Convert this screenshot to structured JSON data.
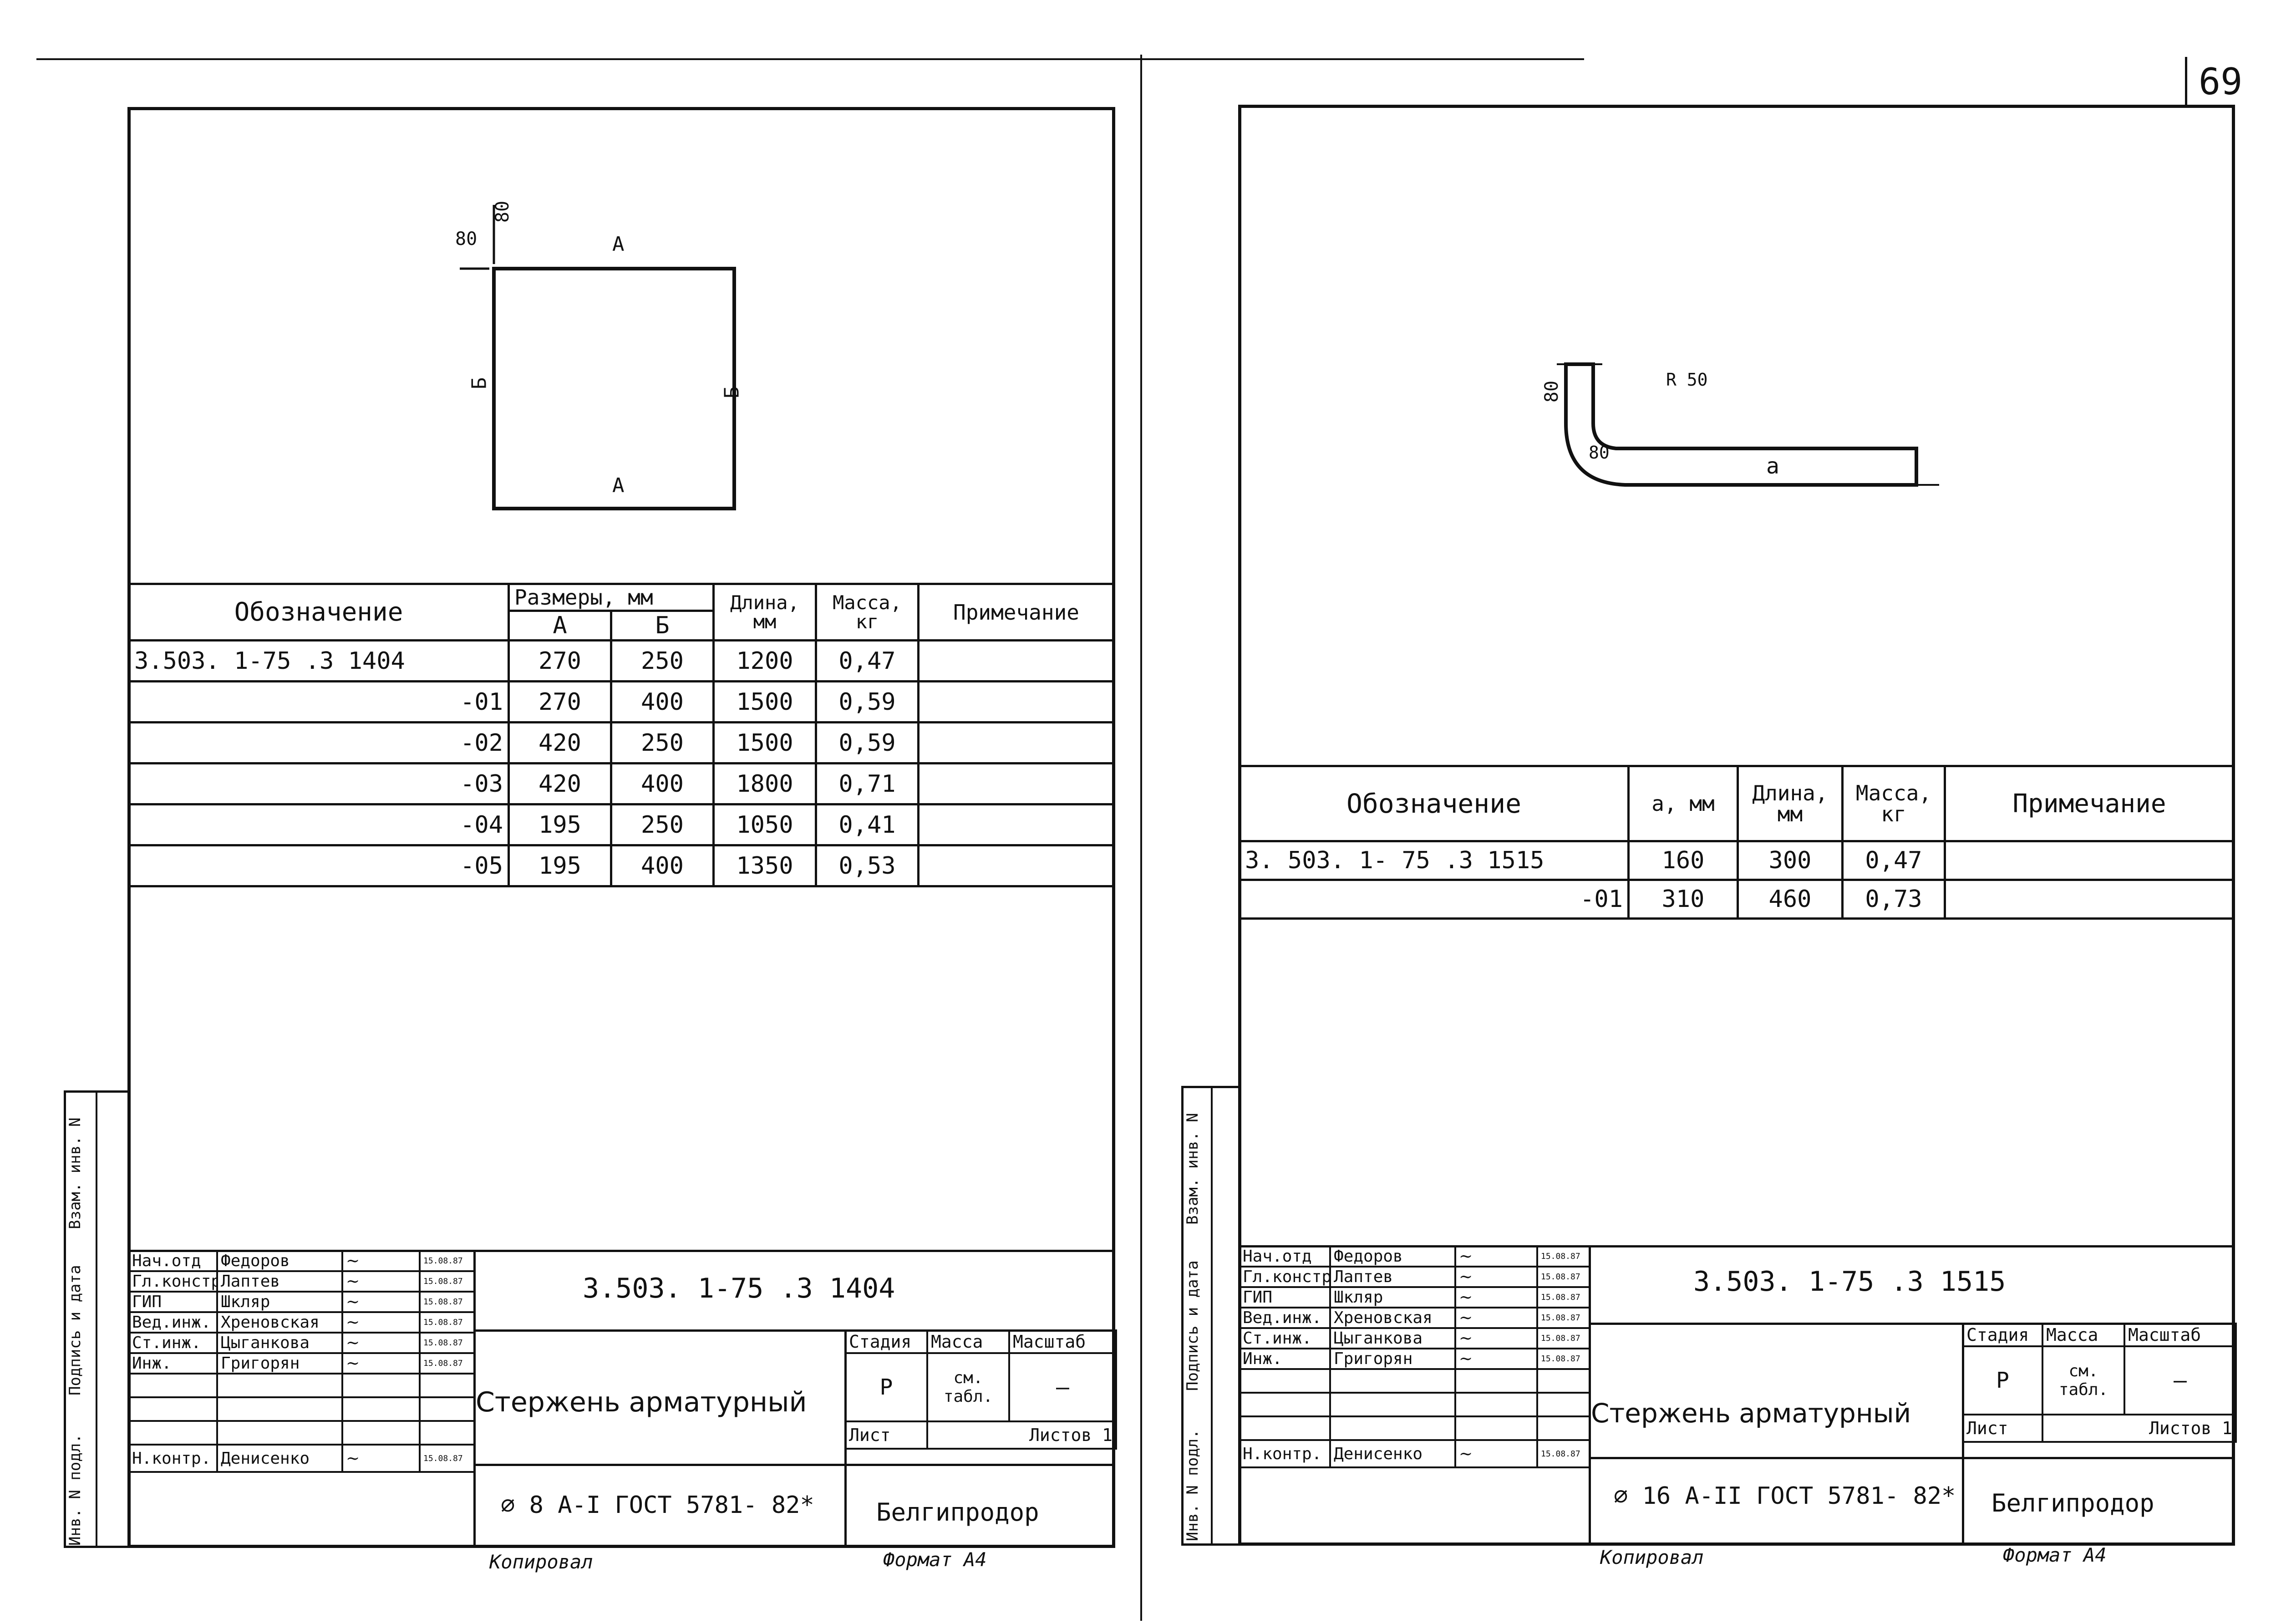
{
  "page": {
    "number": "69"
  },
  "left": {
    "drawing": {
      "labels": {
        "top_dim": "80",
        "top_dim2": "80",
        "top": "А",
        "bottom": "А",
        "left": "Б",
        "right": "Б"
      }
    },
    "spec": {
      "headers": {
        "designation": "Обозначение",
        "sizes": "Размеры, мм",
        "col_a": "А",
        "col_b": "Б",
        "length": "Длина, мм",
        "mass": "Масса, кг",
        "note": "Примечание"
      },
      "rows": [
        {
          "designation": "3.503. 1-75 .3  1404",
          "a": "270",
          "b": "250",
          "length": "1200",
          "mass": "0,47"
        },
        {
          "designation": "-01",
          "a": "270",
          "b": "400",
          "length": "1500",
          "mass": "0,59"
        },
        {
          "designation": "-02",
          "a": "420",
          "b": "250",
          "length": "1500",
          "mass": "0,59"
        },
        {
          "designation": "-03",
          "a": "420",
          "b": "400",
          "length": "1800",
          "mass": "0,71"
        },
        {
          "designation": "-04",
          "a": "195",
          "b": "250",
          "length": "1050",
          "mass": "0,41"
        },
        {
          "designation": "-05",
          "a": "195",
          "b": "400",
          "length": "1350",
          "mass": "0,53"
        }
      ]
    },
    "titleblock": {
      "doc_code": "3.503. 1-75 .3  1404",
      "title": "Стержень арматурный",
      "subtitle": "⌀ 8 A-I  ГОСТ 5781- 82*",
      "stage_label": "Стадия",
      "mass_label": "Масса",
      "scale_label": "Масштаб",
      "stage": "Р",
      "mass": "см. табл.",
      "scale": "—",
      "sheet_label": "Лист",
      "sheets_label": "Листов 1",
      "org": "Белгипродор",
      "copied": "Копировал",
      "format": "Формат А4",
      "people": [
        {
          "role": "Нач.отд",
          "name": "Федоров",
          "date": "15.08.87"
        },
        {
          "role": "Гл.констр",
          "name": "Лаптев",
          "date": "15.08.87"
        },
        {
          "role": "ГИП",
          "name": "Шкляр",
          "date": "15.08.87"
        },
        {
          "role": "Вед.инж.",
          "name": "Хреновская",
          "date": "15.08.87"
        },
        {
          "role": "Ст.инж.",
          "name": "Цыганкова",
          "date": "15.08.87"
        },
        {
          "role": "Инж.",
          "name": "Григорян",
          "date": "15.08.87"
        },
        {
          "role": "",
          "name": "",
          "date": ""
        },
        {
          "role": "",
          "name": "",
          "date": ""
        },
        {
          "role": "",
          "name": "",
          "date": ""
        },
        {
          "role": "Н.контр.",
          "name": "Денисенко",
          "date": "15.08.87"
        }
      ],
      "side_labels": [
        "Инв. N подл.",
        "Подпись и дата",
        "Взам. инв. N"
      ]
    }
  },
  "right": {
    "drawing": {
      "labels": {
        "vert": "80",
        "radius": "R 50",
        "corner": "80",
        "horiz": "а"
      }
    },
    "spec": {
      "headers": {
        "designation": "Обозначение",
        "a": "а, мм",
        "length": "Длина, мм",
        "mass": "Масса, кг",
        "note": "Примечание"
      },
      "rows": [
        {
          "designation": "3. 503. 1- 75 .3  1515",
          "a": "160",
          "length": "300",
          "mass": "0,47"
        },
        {
          "designation": "-01",
          "a": "310",
          "length": "460",
          "mass": "0,73"
        }
      ]
    },
    "titleblock": {
      "doc_code": "3.503. 1-75  .3  1515",
      "title": "Стержень арматурный",
      "subtitle": "⌀ 16 A-II  ГОСТ 5781- 82*",
      "stage_label": "Стадия",
      "mass_label": "Масса",
      "scale_label": "Масштаб",
      "stage": "Р",
      "mass": "см. табл.",
      "scale": "—",
      "sheet_label": "Лист",
      "sheets_label": "Листов 1",
      "org": "Белгипродор",
      "copied": "Копировал",
      "format": "Формат А4",
      "people": [
        {
          "role": "Нач.отд",
          "name": "Федоров",
          "date": "15.08.87"
        },
        {
          "role": "Гл.констр",
          "name": "Лаптев",
          "date": "15.08.87"
        },
        {
          "role": "ГИП",
          "name": "Шкляр",
          "date": "15.08.87"
        },
        {
          "role": "Вед.инж.",
          "name": "Хреновская",
          "date": "15.08.87"
        },
        {
          "role": "Ст.инж.",
          "name": "Цыганкова",
          "date": "15.08.87"
        },
        {
          "role": "Инж.",
          "name": "Григорян",
          "date": "15.08.87"
        },
        {
          "role": "",
          "name": "",
          "date": ""
        },
        {
          "role": "",
          "name": "",
          "date": ""
        },
        {
          "role": "",
          "name": "",
          "date": ""
        },
        {
          "role": "Н.контр.",
          "name": "Денисенко",
          "date": "15.08.87"
        }
      ],
      "side_labels": [
        "Инв. N подл.",
        "Подпись и дата",
        "Взам. инв. N"
      ]
    }
  }
}
